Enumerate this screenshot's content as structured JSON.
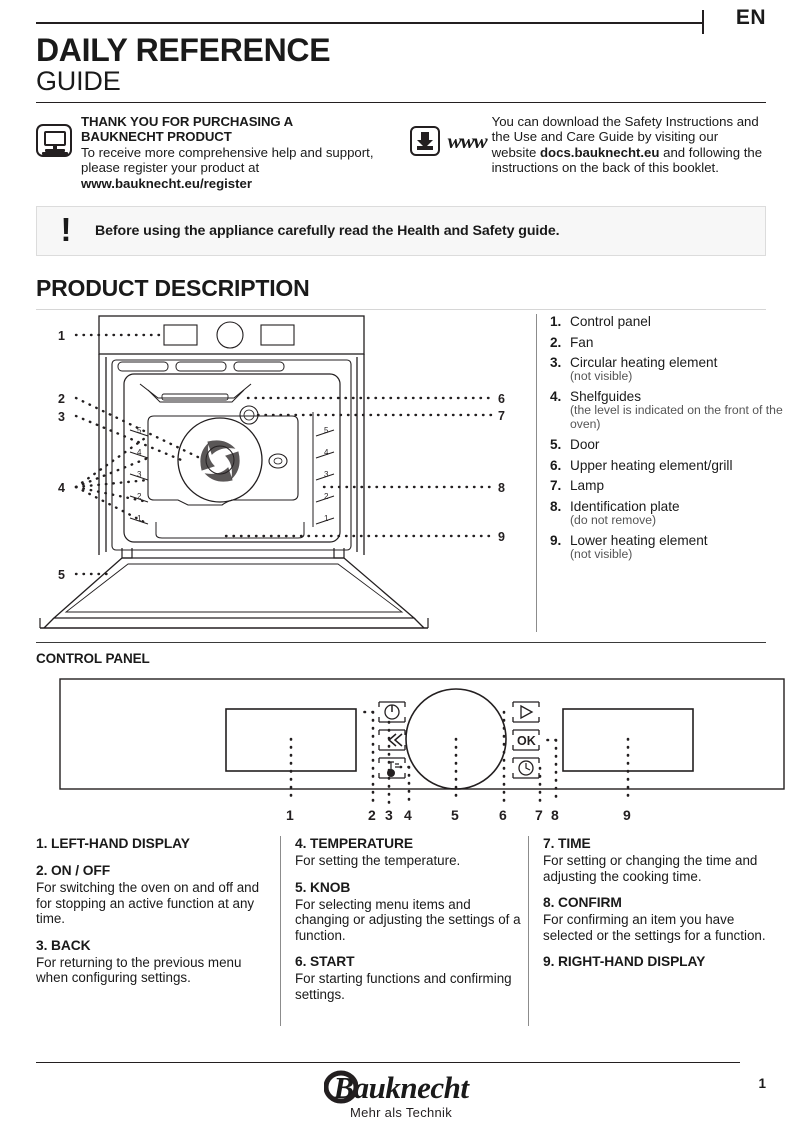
{
  "header": {
    "language": "EN",
    "title_main": "DAILY REFERENCE",
    "title_sub": "GUIDE"
  },
  "thank_you": {
    "icon": "monitor-icon",
    "heading_line1": "THANK YOU FOR PURCHASING A",
    "heading_line2": "BAUKNECHT PRODUCT",
    "body": "To receive more comprehensive help and support, please register your product at",
    "link": "www.bauknecht.eu/register"
  },
  "download": {
    "icon": "download-icon",
    "www_label": "www",
    "body_part1": "You can download the Safety Instructions and the Use and Care Guide by visiting our website ",
    "body_link": "docs.bauknecht.eu",
    "body_part2": " and following the instructions on the back of this booklet."
  },
  "warning": {
    "icon": "exclamation-icon",
    "text": "Before using the appliance carefully read the Health and Safety guide."
  },
  "product_description": {
    "heading": "PRODUCT DESCRIPTION",
    "figure_labels": [
      "1",
      "2",
      "3",
      "4",
      "5",
      "6",
      "7",
      "8",
      "9"
    ],
    "shelf_levels": [
      "5",
      "4",
      "3",
      "2",
      "1"
    ],
    "items": [
      {
        "num": "1.",
        "label": "Control panel",
        "note": ""
      },
      {
        "num": "2.",
        "label": "Fan",
        "note": ""
      },
      {
        "num": "3.",
        "label": " Circular heating element",
        "note": "(not visible)"
      },
      {
        "num": "4.",
        "label": "Shelfguides",
        "note": "(the level is indicated on the front of the oven)"
      },
      {
        "num": "5.",
        "label": "Door",
        "note": ""
      },
      {
        "num": "6.",
        "label": " Upper heating element/grill",
        "note": ""
      },
      {
        "num": "7.",
        "label": "Lamp",
        "note": ""
      },
      {
        "num": "8.",
        "label": " Identification plate",
        "note": "(do not remove)"
      },
      {
        "num": "9.",
        "label": "Lower heating element",
        "note": "(not visible)"
      }
    ]
  },
  "control_panel": {
    "heading": "CONTROL PANEL",
    "callouts": [
      "1",
      "2",
      "3",
      "4",
      "5",
      "6",
      "7",
      "8",
      "9"
    ],
    "buttons": [
      {
        "name": "power-icon",
        "glyph": "power"
      },
      {
        "name": "back-icon",
        "glyph": "«"
      },
      {
        "name": "thermometer-icon",
        "glyph": "thermometer"
      },
      {
        "name": "start-icon",
        "glyph": "▷"
      },
      {
        "name": "ok-icon",
        "glyph": "OK"
      },
      {
        "name": "clock-icon",
        "glyph": "clock"
      }
    ],
    "descriptions": [
      {
        "title": "1. LEFT-HAND DISPLAY",
        "body": ""
      },
      {
        "title": "2. ON / OFF",
        "body": "For switching the oven on and off and for stopping an active function at any time."
      },
      {
        "title": "3. BACK",
        "body": "For returning to the previous menu when configuring settings."
      },
      {
        "title": "4. TEMPERATURE",
        "body": "For setting the temperature."
      },
      {
        "title": "5. KNOB",
        "body": "For selecting menu items and changing or adjusting the settings of a function."
      },
      {
        "title": "6. START",
        "body": "For starting functions and confirming settings."
      },
      {
        "title": "7. TIME",
        "body": "For setting or changing the time and adjusting the cooking time."
      },
      {
        "title": "8. CONFIRM",
        "body": "For confirming an item you have selected or the settings for a function."
      },
      {
        "title": "9. RIGHT-HAND DISPLAY",
        "body": ""
      }
    ]
  },
  "footer": {
    "brand": "Bauknecht",
    "tagline": "Mehr als Technik",
    "page_number": "1"
  },
  "colors": {
    "ink": "#231f20",
    "rule": "#8c8c8c",
    "banner_bg": "#f7f7f7",
    "note": "#555555"
  }
}
